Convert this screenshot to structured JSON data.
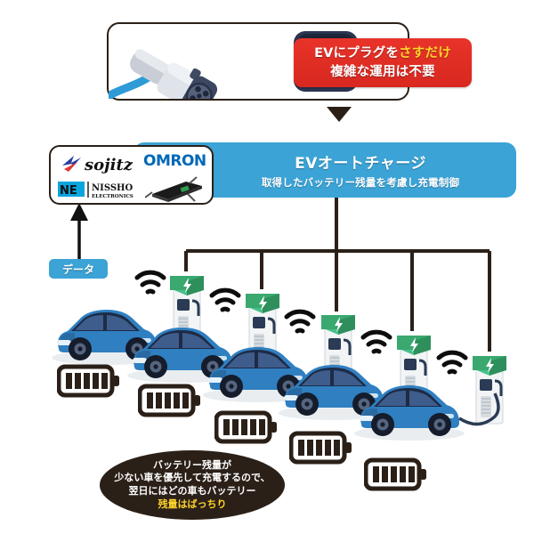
{
  "callout": {
    "line1_main": "EVにプラグを",
    "line1_highlight": "さすだけ",
    "line2": "複雑な運用は不要",
    "bg_color": "#e8332a",
    "highlight_color": "#ffd32a"
  },
  "system_bar": {
    "title": "EVオートチャージ",
    "subtitle": "取得したバッテリー残量を考慮し充電制御",
    "bg_color": "#3ba3d6"
  },
  "partners": {
    "logos": [
      {
        "name": "sojitz",
        "text": "sojitz"
      },
      {
        "name": "omron",
        "text": "OMRON"
      },
      {
        "name": "nissho",
        "text": "NISSHO",
        "sub": "ELECTRONICS"
      }
    ],
    "device_label": "communication-device"
  },
  "data_flow": {
    "label": "データ",
    "bg_color": "#3ba3d6"
  },
  "summary": {
    "line1": "バッテリー残量が",
    "line2": "少ない車を優先して充電するので、",
    "line3": "翌日にはどの車もバッテリー",
    "line4_highlight": "残量はばっちり",
    "bg_color": "#2b2018",
    "highlight_color": "#ffd32a"
  },
  "chargers": [
    {
      "id": 1,
      "bolt": "⚡",
      "wifi": true,
      "cable_connected": false
    },
    {
      "id": 2,
      "bolt": "⚡",
      "wifi": true,
      "cable_connected": false
    },
    {
      "id": 3,
      "bolt": "⚡",
      "wifi": true,
      "cable_connected": false
    },
    {
      "id": 4,
      "bolt": "⚡",
      "wifi": true,
      "cable_connected": false
    },
    {
      "id": 5,
      "bolt": "⚡",
      "wifi": true,
      "cable_connected": true
    }
  ],
  "batteries": [
    {
      "id": 1,
      "bars": 5,
      "full": true
    },
    {
      "id": 2,
      "bars": 5,
      "full": true
    },
    {
      "id": 3,
      "bars": 5,
      "full": true
    },
    {
      "id": 4,
      "bars": 5,
      "full": true
    },
    {
      "id": 5,
      "bars": 5,
      "full": true
    }
  ],
  "vehicles": [
    {
      "id": 1,
      "color": "#2f7fc1"
    },
    {
      "id": 2,
      "color": "#2f7fc1"
    },
    {
      "id": 3,
      "color": "#2f7fc1"
    },
    {
      "id": 4,
      "color": "#2f7fc1"
    },
    {
      "id": 5,
      "color": "#2f7fc1"
    }
  ],
  "colors": {
    "charger_top": "#3aa86f",
    "charger_body": "#f2f4f5",
    "line": "#2b2018",
    "car_blue": "#2f7fc1",
    "car_dark": "#1d2b46"
  }
}
